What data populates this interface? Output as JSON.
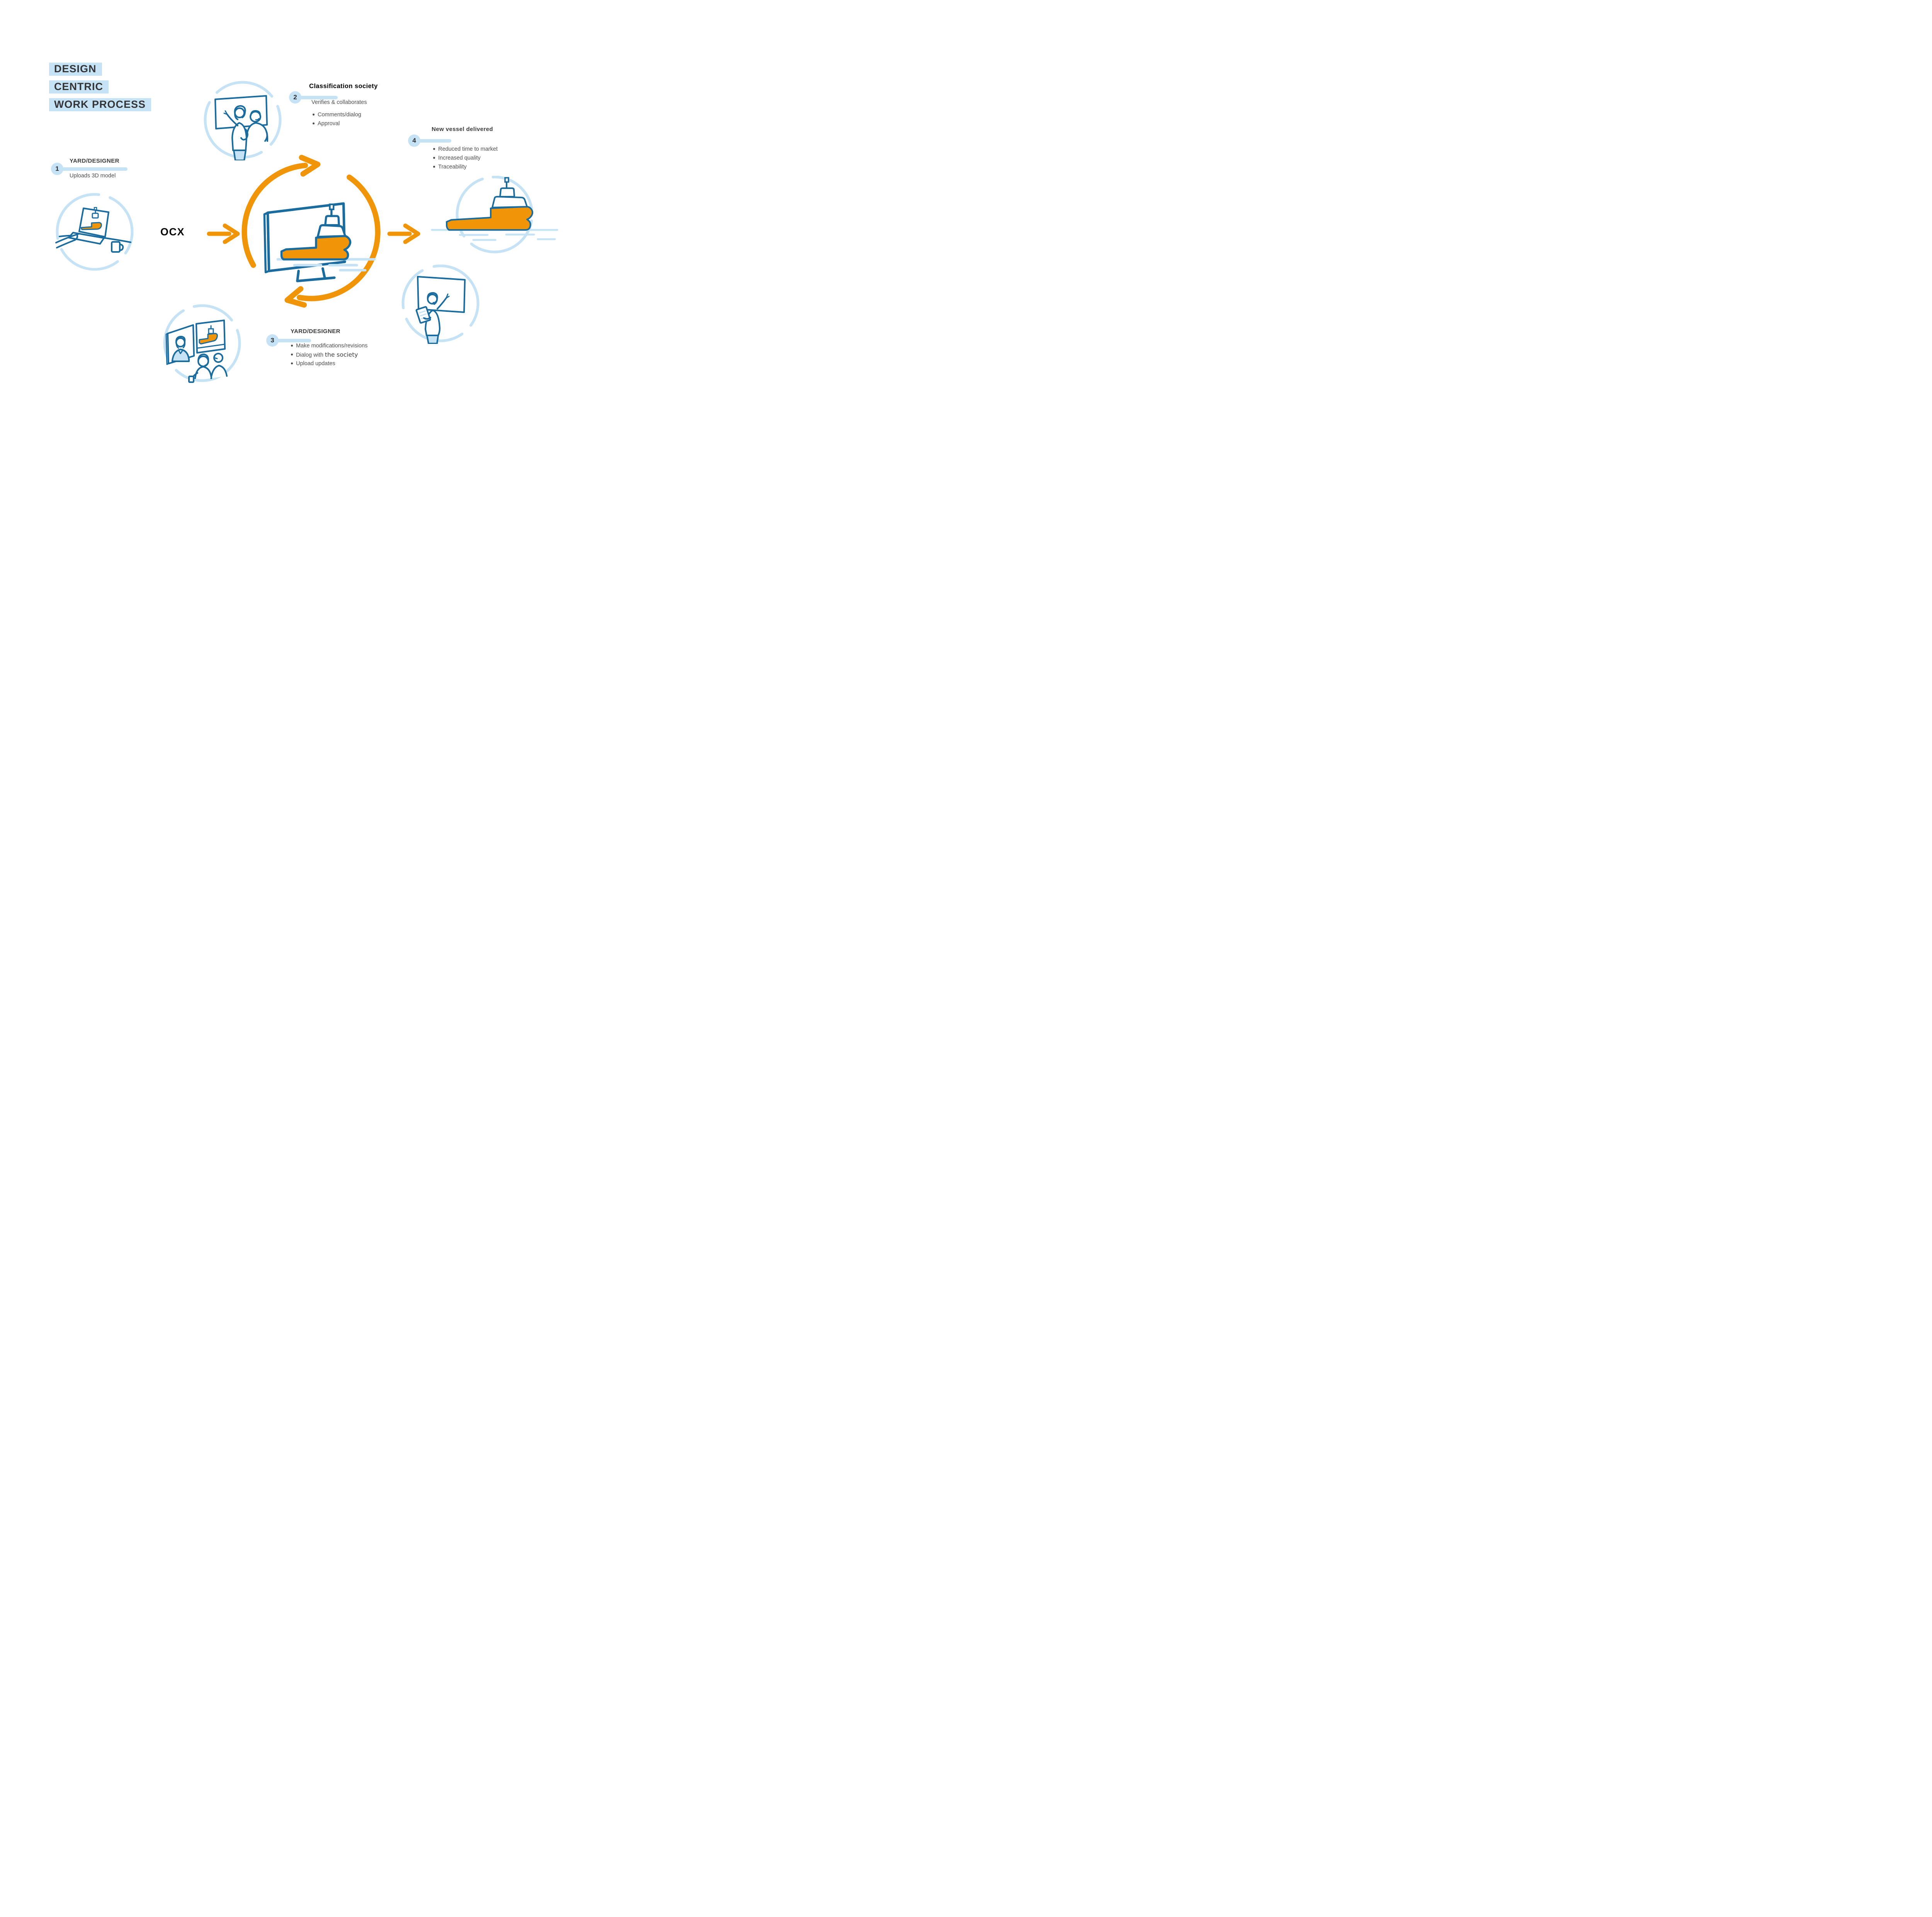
{
  "title": {
    "lines": [
      "DESIGN",
      "CENTRIC",
      "WORK PROCESS"
    ]
  },
  "center": {
    "brand": "OCX"
  },
  "steps": [
    {
      "number": "1",
      "title": "YARD/DESIGNER",
      "subtitle": "Uploads 3D model",
      "bullets": []
    },
    {
      "number": "2",
      "title": "Classification society",
      "subtitle": "Verifies & collaborates",
      "bullets": [
        "Comments/dialog",
        "Approval"
      ]
    },
    {
      "number": "3",
      "title": "YARD/DESIGNER",
      "subtitle": "",
      "bullets": [
        "Make modifications/revisions",
        "Dialog with",
        "Upload updates"
      ],
      "bullet_2_suffix": "the society"
    },
    {
      "number": "4",
      "title": "New vessel delivered",
      "subtitle": "",
      "bullets": [
        "Reduced time to market",
        "Increased quality",
        "Traceability"
      ]
    }
  ],
  "icons": {
    "center_cycle": "ocx-cycle-arrows-icon",
    "center_monitor": "monitor-ship-icon",
    "step1": "laptop-ship-upload-illustration",
    "step2": "whiteboard-collaboration-illustration",
    "step3_video": "video-conference-illustration",
    "step3_presenter": "presenter-whiteboard-illustration",
    "step4_vessel": "delivered-vessel-illustration",
    "flow_arrow": "right-arrow-icon"
  },
  "colors": {
    "orange": "#F09408",
    "line_blue": "#1A6B9E",
    "pale_blue": "#C6E3F6",
    "title_text": "#343437",
    "body_text": "#4E4E50",
    "black": "#000000"
  }
}
